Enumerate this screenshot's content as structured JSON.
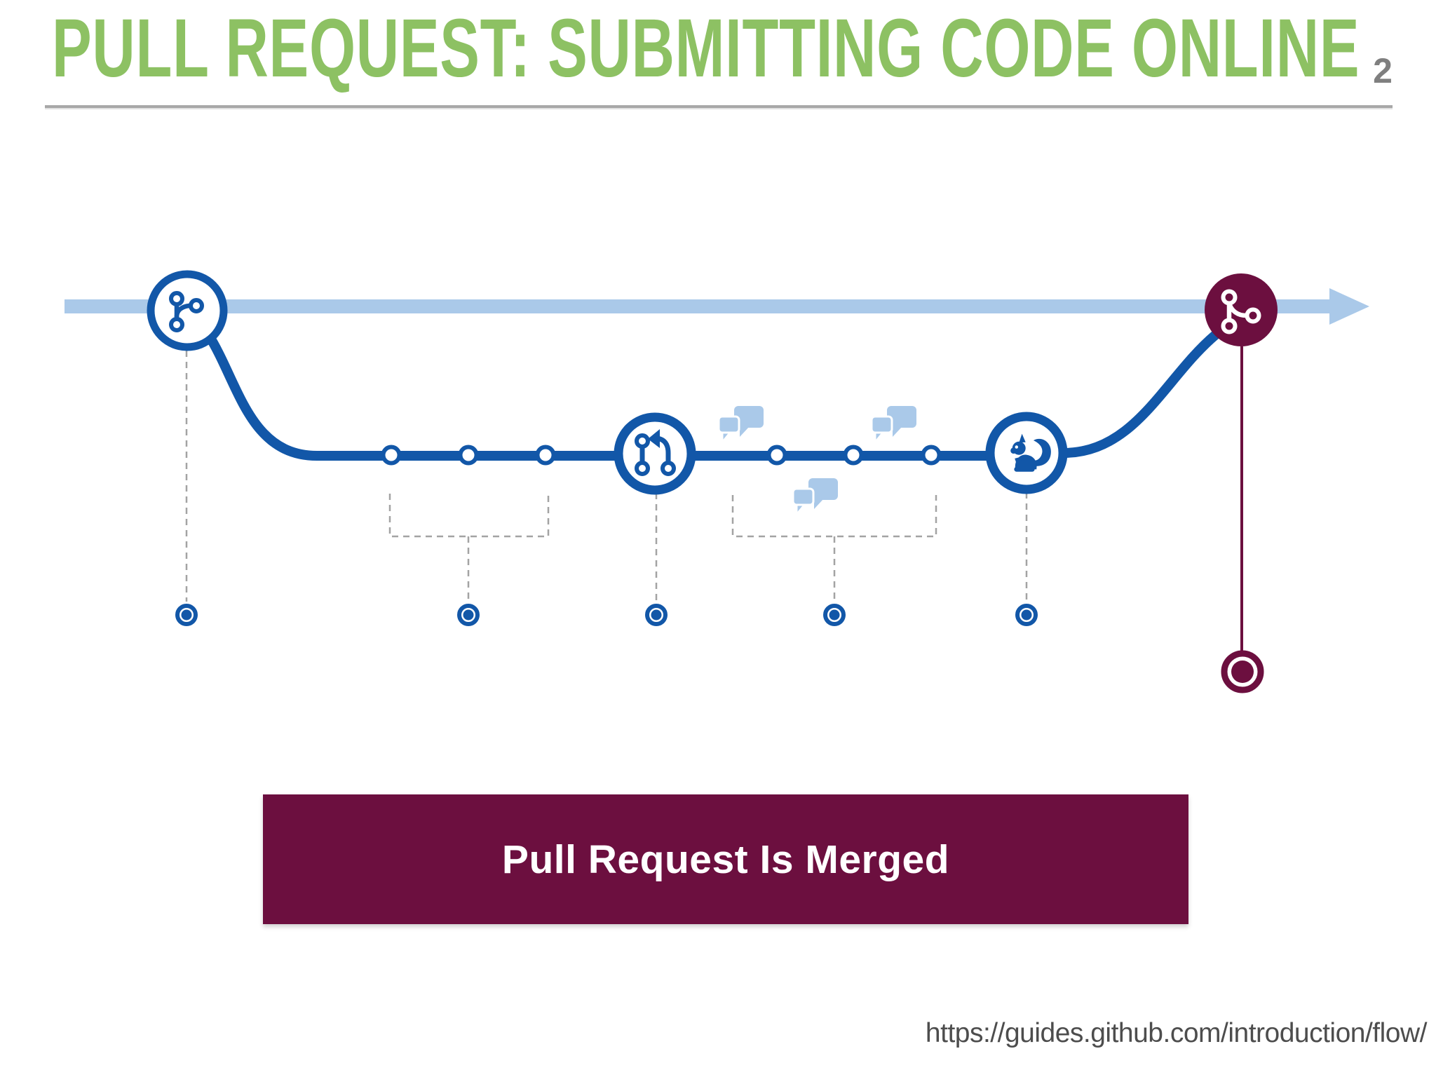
{
  "slide": {
    "title": "PULL REQUEST: SUBMITTING CODE ONLINE",
    "page_number": "2",
    "banner": {
      "label": "Pull Request Is Merged"
    },
    "source_url": "https://guides.github.com/introduction/flow/"
  },
  "colors": {
    "title_green": "#8dc163",
    "accent_blue": "#1257a8",
    "light_blue": "#aac9e9",
    "maroon": "#6c0f3f",
    "page_number_gray": "#7f7f7f",
    "rule_gray": "#a8a8a8",
    "connector_gray": "#a3a3a3",
    "url_gray": "#4d4d4d"
  },
  "diagram": {
    "type": "github-flow-timeline",
    "master_branch": {
      "style": "light-blue-arrow",
      "direction": "left-to-right"
    },
    "nodes": [
      {
        "id": "branch-created",
        "icon": "git-branch-icon"
      },
      {
        "id": "commit-group-1",
        "commit_dots": 3
      },
      {
        "id": "pull-request-opened",
        "icon": "git-pull-request-icon"
      },
      {
        "id": "discussion",
        "icon": "chat-bubbles-icon",
        "bubble_pairs": 3
      },
      {
        "id": "commit-group-2",
        "commit_dots": 3
      },
      {
        "id": "ship-it",
        "icon": "squirrel-icon"
      },
      {
        "id": "pull-request-merged",
        "icon": "git-merge-icon"
      }
    ],
    "timeline_markers": 5,
    "merged_marker": 1
  }
}
